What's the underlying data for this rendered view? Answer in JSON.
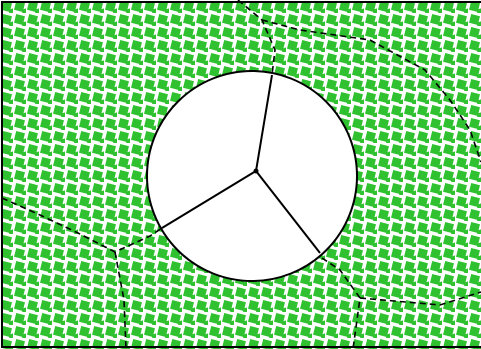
{
  "figure": {
    "fill_color": "#2fc12f",
    "background_color": "#ffffff",
    "line_color": "#000000",
    "region_count": 5,
    "boundaries": [
      {
        "name": "boundary-top-left"
      },
      {
        "name": "boundary-top-right"
      },
      {
        "name": "boundary-left"
      },
      {
        "name": "boundary-bottom-left"
      },
      {
        "name": "boundary-bottom-right"
      }
    ]
  }
}
